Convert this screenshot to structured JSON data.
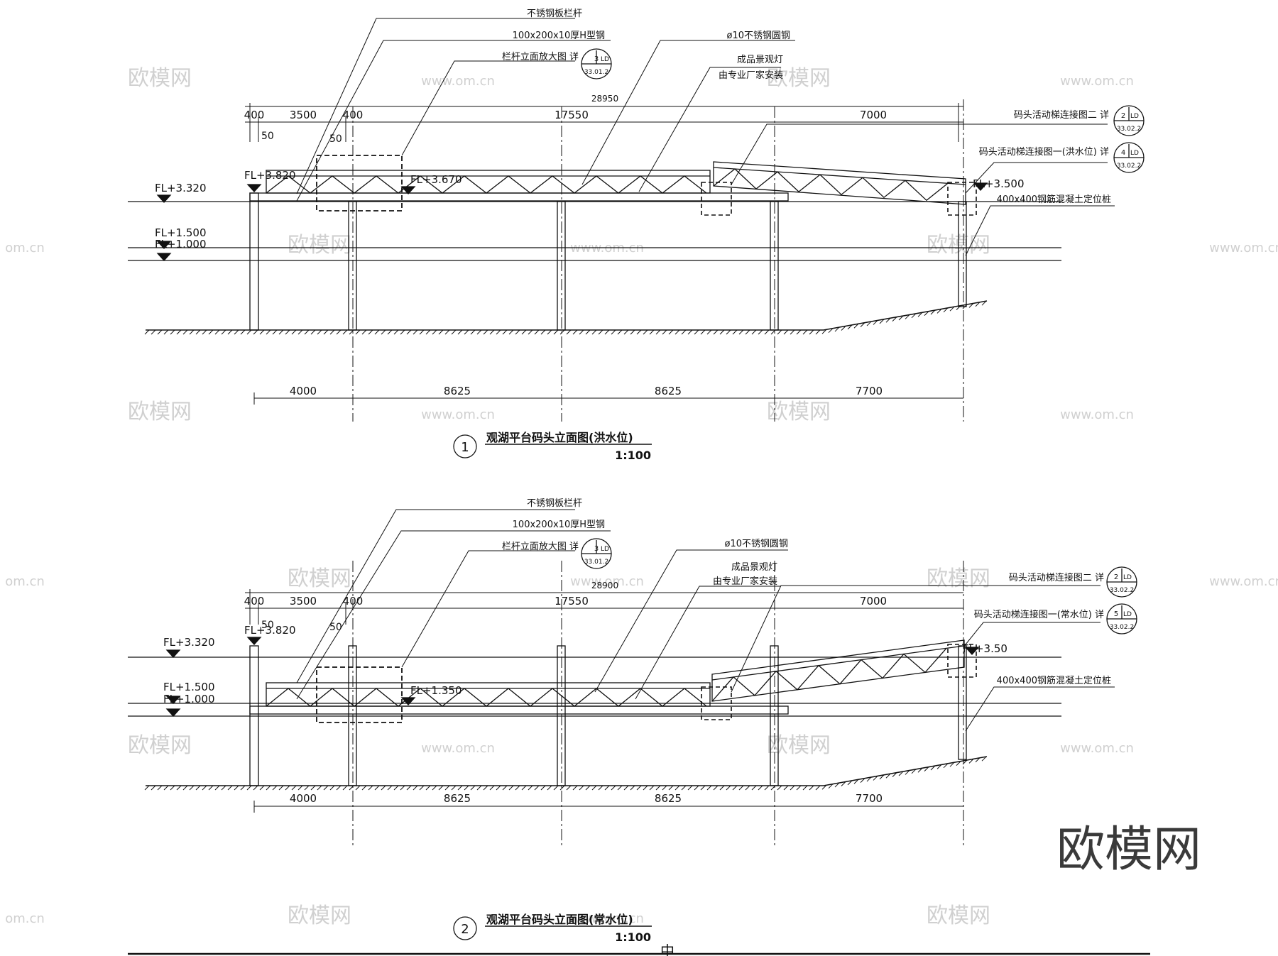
{
  "views": [
    {
      "id": "flood",
      "number": "1",
      "title": "观湖平台码头立面图(洪水位)",
      "scale": "1:100",
      "callouts": {
        "railing": "不锈钢板栏杆",
        "hbeam": "100x200x10厚H型钢",
        "railing_detail": "栏杆立面放大图  详",
        "round_steel": "ø10不锈钢圆钢",
        "lamp1": "成品景观灯",
        "lamp2": "由专业厂家安装",
        "ladder2": "码头活动梯连接图二  详",
        "ladder1": "码头活动梯连接图一(洪水位)  详",
        "pile": "400x400钢筋混凝土定位桩"
      },
      "refs": {
        "railing": {
          "num": "3",
          "tag": "LD",
          "sheet": "33.01.2"
        },
        "ladder2": {
          "num": "2",
          "tag": "LD",
          "sheet": "33.02.2"
        },
        "ladder1": {
          "num": "4",
          "tag": "LD",
          "sheet": "33.02.2"
        }
      },
      "dims_top": {
        "total": "28950",
        "d400a": "400",
        "d3500": "3500",
        "d400b": "400",
        "d17550": "17550",
        "d7000": "7000",
        "d50a": "50",
        "d50b": "50"
      },
      "dims_bottom": [
        "4000",
        "8625",
        "8625",
        "7700"
      ],
      "levels": {
        "l3320": "FL+3.320",
        "l1500": "FL+1.500",
        "l1000": "FL+1.000",
        "l3820": "FL+3.820",
        "deck": "FL+3.670",
        "end": "FL+3.500"
      }
    },
    {
      "id": "normal",
      "number": "2",
      "title": "观湖平台码头立面图(常水位)",
      "scale": "1:100",
      "callouts": {
        "railing": "不锈钢板栏杆",
        "hbeam": "100x200x10厚H型钢",
        "railing_detail": "栏杆立面放大图  详",
        "round_steel": "ø10不锈钢圆钢",
        "lamp1": "成品景观灯",
        "lamp2": "由专业厂家安装",
        "ladder2": "码头活动梯连接图二  详",
        "ladder1": "码头活动梯连接图一(常水位)  详",
        "pile": "400x400钢筋混凝土定位桩"
      },
      "refs": {
        "railing": {
          "num": "3",
          "tag": "LD",
          "sheet": "33.01.2"
        },
        "ladder2": {
          "num": "2",
          "tag": "LD",
          "sheet": "33.02.2"
        },
        "ladder1": {
          "num": "5",
          "tag": "LD",
          "sheet": "33.02.2"
        }
      },
      "dims_top": {
        "total": "28900",
        "d400a": "400",
        "d3500": "3500",
        "d400b": "400",
        "d17550": "17550",
        "d7000": "7000",
        "d50a": "50",
        "d50b": "50"
      },
      "dims_bottom": [
        "4000",
        "8625",
        "8625",
        "7700"
      ],
      "levels": {
        "l3320": "FL+3.320",
        "l1500": "FL+1.500",
        "l1000": "FL+1.000",
        "l3820": "FL+3.820",
        "deck": "FL+1.350",
        "end": "FL+3.50"
      }
    }
  ],
  "watermarks": {
    "site": "欧模网",
    "url": "www.om.cn",
    "partial": "om.cn"
  },
  "big_logo": "欧模网",
  "footer_glyph": "中"
}
